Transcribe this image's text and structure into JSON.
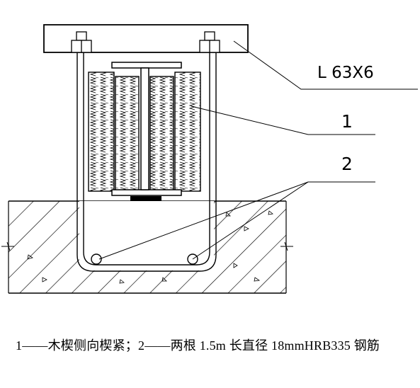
{
  "callouts": {
    "angle_steel": "L 63X6",
    "item1": "1",
    "item2": "2"
  },
  "caption": "1——木楔侧向楔紧；2——两根 1.5m 长直径 18mmHRB335 钢筋",
  "colors": {
    "line": "#000000",
    "background": "#ffffff"
  }
}
